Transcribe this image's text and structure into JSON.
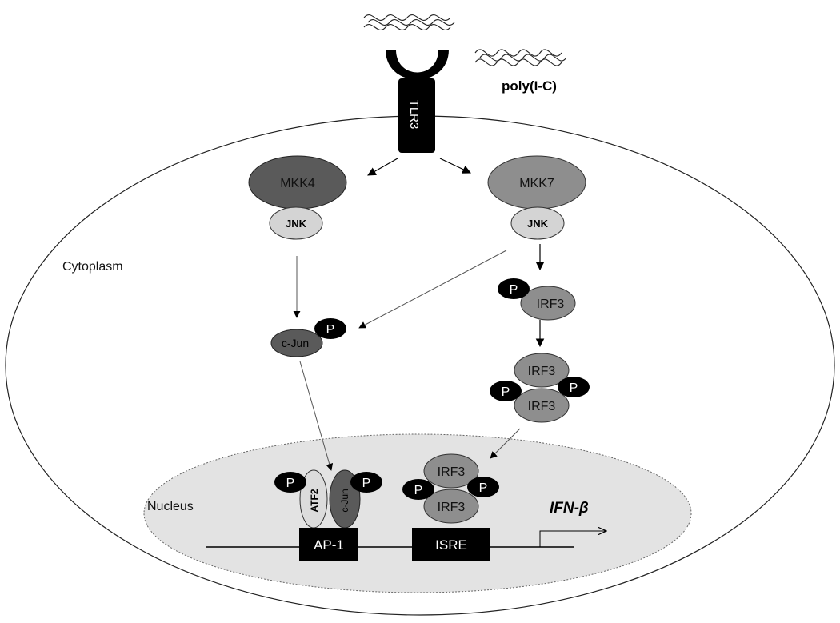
{
  "ligand": {
    "label": "poly(I-C)"
  },
  "receptor": {
    "label": "TLR3"
  },
  "compartments": {
    "cytoplasm": "Cytoplasm",
    "nucleus": "Nucleus"
  },
  "kinases": {
    "mkk4": "MKK4",
    "mkk7": "MKK7",
    "jnk_left": "JNK",
    "jnk_right": "JNK"
  },
  "phospho": {
    "symbol": "P"
  },
  "cjun": {
    "label": "c-Jun"
  },
  "irf3": {
    "label": "IRF3"
  },
  "ap1_complex": {
    "atf2": "ATF2",
    "cjun": "c-Jun"
  },
  "promoter": {
    "ap1": "AP-1",
    "isre": "ISRE",
    "gene": "IFN-β"
  },
  "colors": {
    "dark_gray": "#5a5a5a",
    "mid_gray": "#8e8e8e",
    "light_gray": "#d4d4d4",
    "nucleus_fill": "#e3e3e3",
    "black": "#000000"
  }
}
